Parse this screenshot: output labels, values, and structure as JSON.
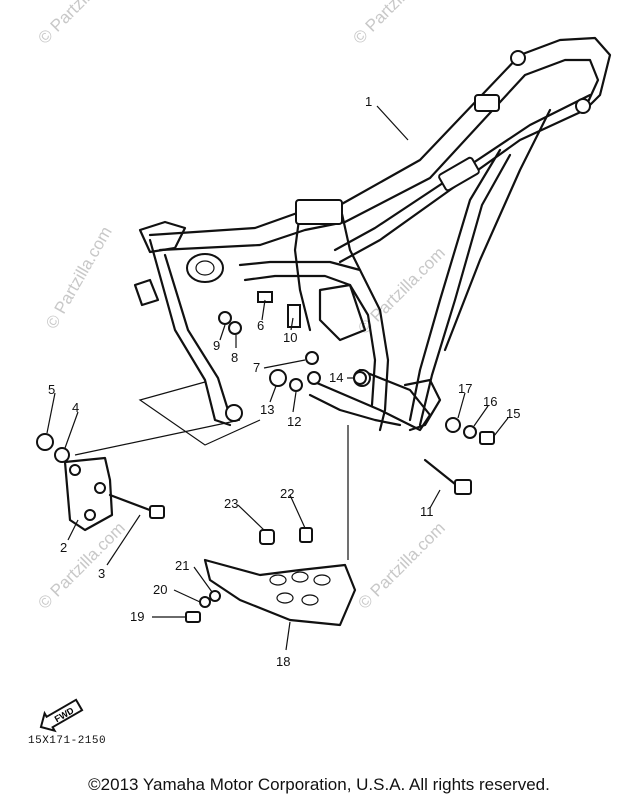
{
  "watermark": "© Partzilla.com",
  "drawing_code": "15X171-2150",
  "fwd_label": "FWD",
  "copyright": "©2013  Yamaha Motor Corporation, U.S.A. All rights reserved.",
  "callouts": [
    "1",
    "2",
    "3",
    "4",
    "5",
    "6",
    "7",
    "8",
    "9",
    "10",
    "11",
    "12",
    "13",
    "14",
    "15",
    "16",
    "17",
    "18",
    "19",
    "20",
    "21",
    "22",
    "23"
  ]
}
